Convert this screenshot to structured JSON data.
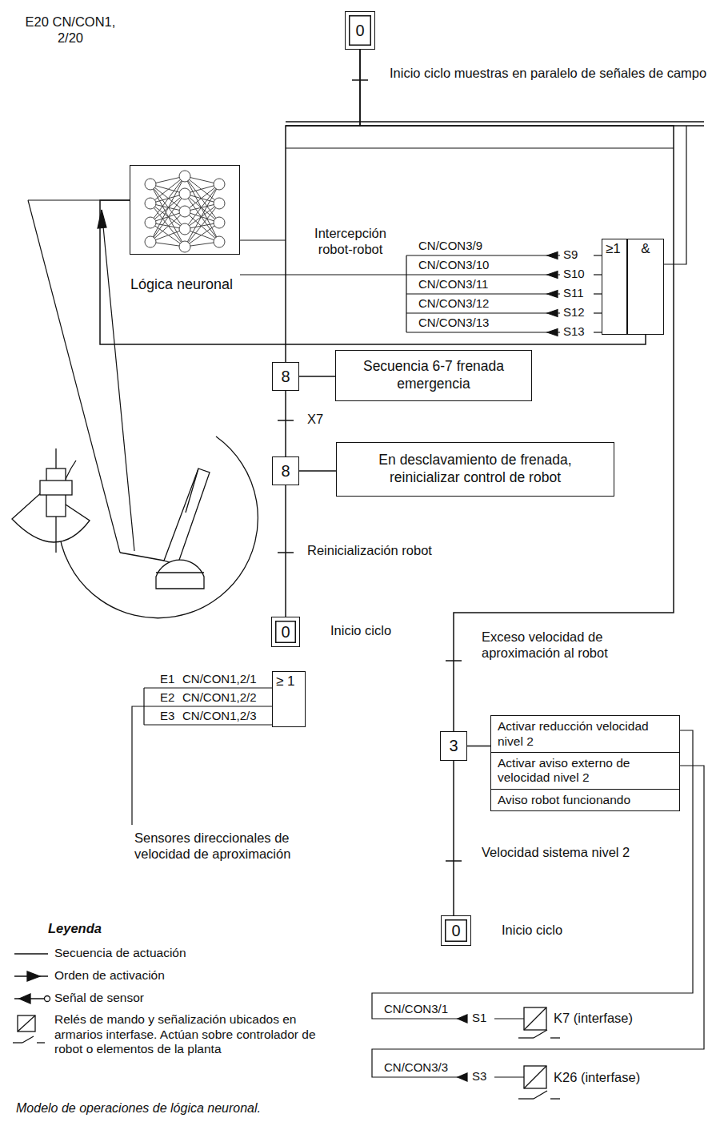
{
  "diagram": {
    "caption": "Modelo de operaciones de lógica neuronal.",
    "nodes": [
      {
        "text": [
          "0"
        ]
      },
      {
        "text": [
          "Lógica neuronal"
        ]
      },
      {
        "text": [
          "≥1"
        ]
      },
      {
        "text": [
          "&"
        ]
      },
      {
        "text": [
          "8"
        ]
      },
      {
        "text": [
          "Secuencia 6-7 frenada emergencia"
        ]
      },
      {
        "text": [
          "8"
        ]
      },
      {
        "text": [
          "En desclavamiento de frenada, reinicializar control de robot"
        ]
      },
      {
        "text": [
          "0"
        ]
      },
      {
        "text": [
          "≥ 1"
        ]
      },
      {
        "text": [
          "3"
        ]
      },
      {
        "text": [
          "Activar reducción velocidad nivel 2"
        ]
      },
      {
        "text": [
          "Activar aviso externo de velocidad nivel 2"
        ]
      },
      {
        "text": [
          "Aviso robot funcionando"
        ]
      },
      {
        "text": [
          "0"
        ]
      }
    ],
    "edges": [
      {
        "from": 0,
        "to": 4,
        "arrow": "none"
      },
      {
        "from": 0,
        "to": 10,
        "label": "Exceso velocidad de aproximación al robot",
        "arrow": "none"
      },
      {
        "from": 4,
        "to": 5,
        "arrow": "none"
      },
      {
        "from": 4,
        "to": 6,
        "label": "X7",
        "arrow": "none"
      },
      {
        "from": 6,
        "to": 7,
        "arrow": "none"
      },
      {
        "from": 6,
        "to": 8,
        "label": "Reinicialización robot",
        "arrow": "none"
      },
      {
        "from": 10,
        "to": 11,
        "arrow": "none"
      },
      {
        "from": 10,
        "to": 14,
        "label": "Velocidad sistema nivel 2",
        "arrow": "none"
      },
      {
        "from": 3,
        "to": 1,
        "arrow": "none"
      }
    ],
    "labels": [
      "Inicio ciclo muestras en paralelo de señales de campo",
      "E20 CN/CON1, 2/20",
      "Intercepción robot-robot",
      "CN/CON3/9",
      "S9",
      "CN/CON3/10",
      "S10",
      "CN/CON3/11",
      "S11",
      "CN/CON3/12",
      "S12",
      "CN/CON3/13",
      "S13",
      "Inicio ciclo",
      "E1",
      "CN/CON1,2/1",
      "E2",
      "CN/CON1,2/2",
      "E3",
      "CN/CON1,2/3",
      "Sensores direccionales de velocidad de aproximación",
      "Inicio ciclo",
      "Leyenda",
      "CN/CON3/1",
      "S1",
      "K7 (interfase)",
      "CN/CON3/3",
      "S3",
      "K26 (interfase)"
    ],
    "legend": [
      {
        "text": "Secuencia de actuación"
      },
      {
        "text": "Orden de activación"
      },
      {
        "text": "Señal de sensor"
      },
      {
        "text": "Relés de mando y señalización ubicados en armarios interfase. Actúan sobre controlador de robot o elementos de la planta"
      }
    ]
  }
}
